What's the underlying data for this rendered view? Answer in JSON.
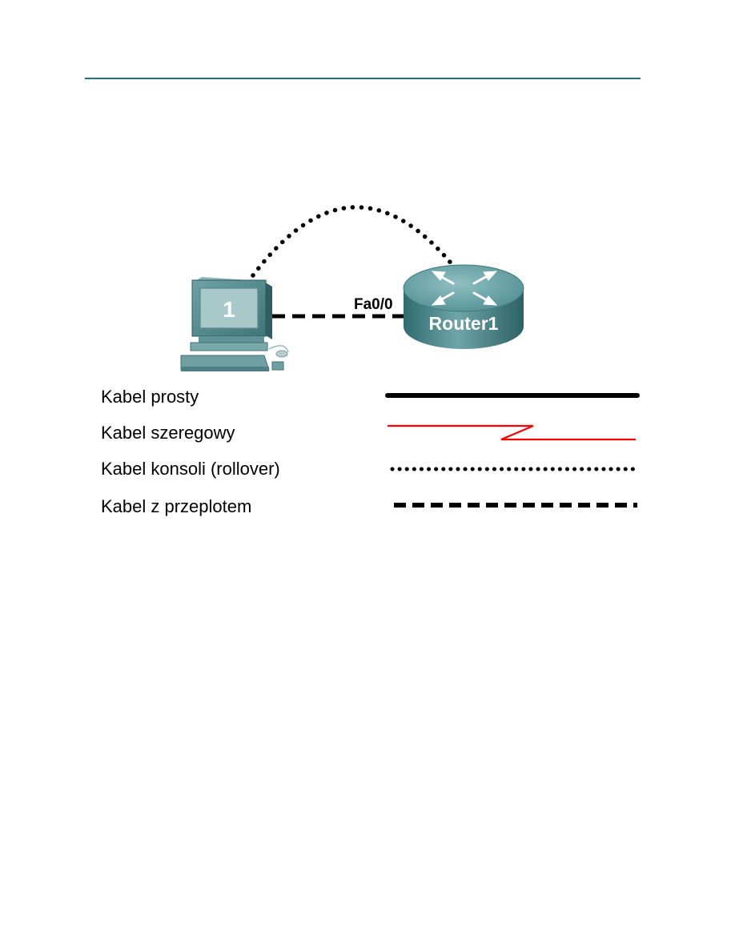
{
  "diagram": {
    "pc_label": "1",
    "router_label": "Router1",
    "interface_label": "Fa0/0"
  },
  "legend": {
    "items": [
      {
        "label": "Kabel prosty",
        "style": "solid",
        "color": "#000000"
      },
      {
        "label": "Kabel szeregowy",
        "style": "serial",
        "color": "#ff0000"
      },
      {
        "label": "Kabel konsoli (rollover)",
        "style": "dotted",
        "color": "#000000"
      },
      {
        "label": "Kabel z przeplotem",
        "style": "dashed",
        "color": "#000000"
      }
    ]
  },
  "colors": {
    "header_rule": "#1f6f96",
    "device_teal": "#3f7f84",
    "pc_screen": "#a9c8c9"
  }
}
